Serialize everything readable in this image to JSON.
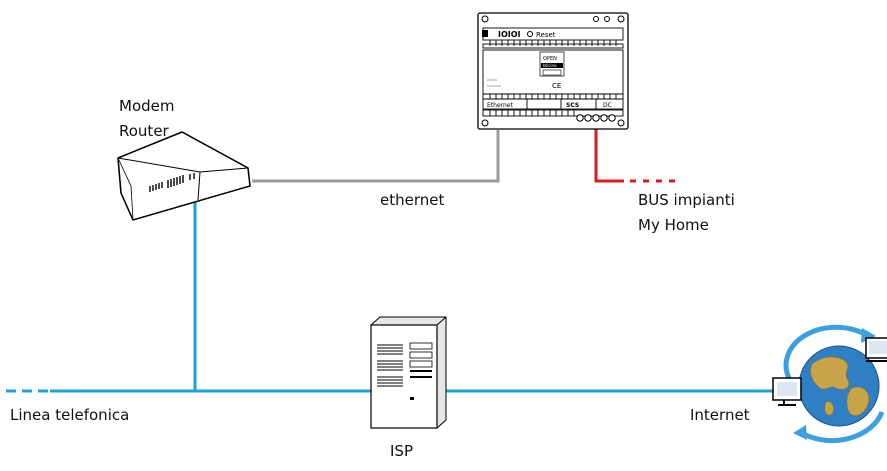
{
  "labels": {
    "modem_line1": "Modem",
    "modem_line2": "Router",
    "ethernet": "ethernet",
    "bus_line1": "BUS impianti",
    "bus_line2": "My Home",
    "linea": "Linea telefonica",
    "internet": "Internet",
    "isp": "ISP"
  },
  "device_text": {
    "led": "IOIOI",
    "reset": "Reset",
    "open": "OPEN",
    "brand": "bticino",
    "ce": "CE",
    "ethernet_port": "Ethernet",
    "scs_port": "SCS",
    "dc_port": "DC"
  },
  "colors": {
    "telephone_line": "#1ea0dc",
    "ethernet_cable": "#9b9b9b",
    "bus_cable": "#e01818",
    "device_outline": "#000000",
    "globe_ocean": "#2f7fc4",
    "globe_land": "#c7a34a",
    "orbit_arrows": "#3aa0e0"
  }
}
